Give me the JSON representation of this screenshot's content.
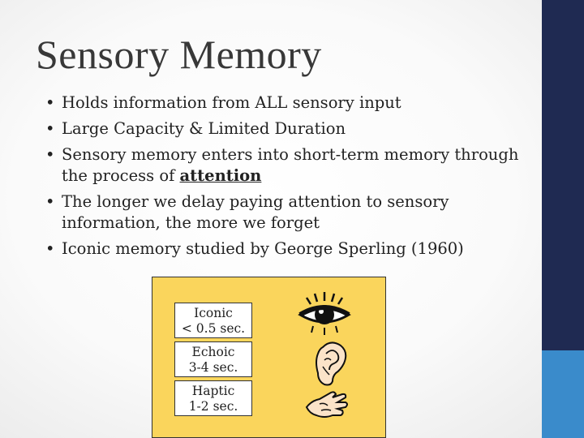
{
  "slide": {
    "title": "Sensory Memory",
    "bullets": [
      {
        "text": "Holds information from ALL sensory input"
      },
      {
        "text": "Large Capacity & Limited Duration"
      },
      {
        "text_before": "Sensory memory enters into short-term memory through the process of ",
        "emphasis": "attention"
      },
      {
        "text": "The longer we delay paying attention to sensory information, the more we forget"
      },
      {
        "text": "Iconic memory studied by George Sperling (1960)"
      }
    ],
    "bullet_glyph": "•"
  },
  "figure": {
    "items": [
      {
        "name": "Iconic",
        "duration": "< 0.5 sec.",
        "icon": "eye-icon"
      },
      {
        "name": "Echoic",
        "duration": "3-4 sec.",
        "icon": "ear-icon"
      },
      {
        "name": "Haptic",
        "duration": "1-2 sec.",
        "icon": "hand-icon"
      }
    ],
    "background_color": "#fad55c"
  },
  "theme": {
    "sidebar_color": "#1f2a52",
    "sidebar_accent_color": "#3a8bcb"
  }
}
